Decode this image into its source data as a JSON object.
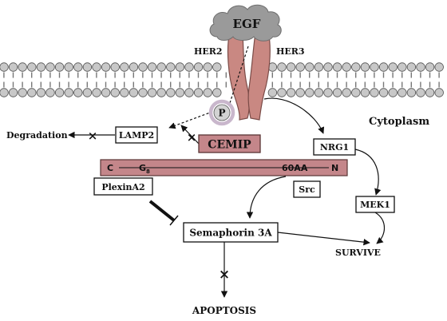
{
  "nodes": {
    "egf": "EGF",
    "her2": "HER2",
    "her3": "HER3",
    "phosphate": "P",
    "cytoplasm": "Cytoplasm",
    "degradation": "Degradation",
    "lamp2": "LAMP2",
    "cemip": "CEMIP",
    "nrg1": "NRG1",
    "plexina2": "PlexinA2",
    "src": "Src",
    "mek1": "MEK1",
    "semaphorin": "Semaphorin 3A",
    "survive": "SURVIVE",
    "apoptosis": "APOPTOSIS"
  },
  "protein_bar": {
    "c_terminus": "C",
    "g_label": "G",
    "g_sub": "8",
    "aa_label": "60AA",
    "n_terminus": "N"
  },
  "colors": {
    "receptor": "#c98882",
    "protein_bar": "#c4868a",
    "lipid_head": "#c8c8c8",
    "egf_cloud": "#9a9a9a",
    "phospho_ring": "#c9b7cc"
  }
}
